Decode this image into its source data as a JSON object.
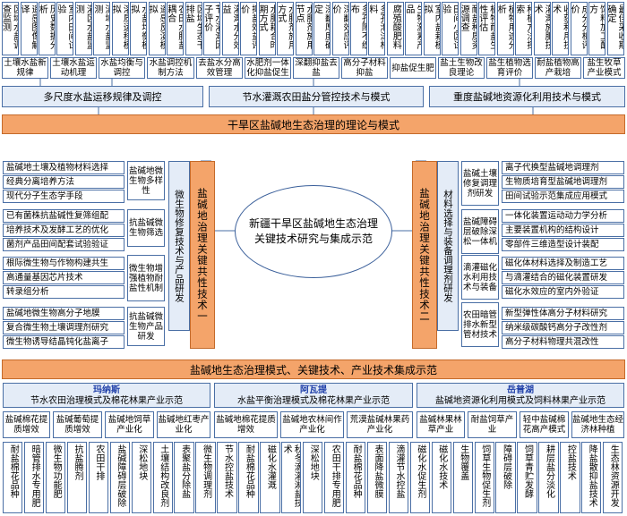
{
  "top_items": [
    "区域水盐调查监测",
    "遥感图像解译",
    "历史数据分析",
    "室内田间试验",
    "灌区水盐监测",
    "流域水盐监测",
    "溶质运移模拟",
    "水盐均衡模拟",
    "遥感反演模拟",
    "农田水肥盐耦合",
    "区域生态干排盐",
    "节水灌溉因子评价",
    "灌溉水分效益",
    "抑盐效益评价",
    "水肥耦合时期方式",
    "水肥剂施用方式",
    "水肥剂施用节点",
    "深翻厚度确定",
    "深翻效应评价",
    "多孔隙不织布",
    "多孔泡沫材料",
    "腐殖酸肥料",
    "生物激素产品",
    "室内盐栽模拟",
    "田间小区试验",
    "耐盐种质资源调查",
    "植物耐盐生性评估",
    "植物用途分析",
    "种植方法探索",
    "灌溉施肥技术",
    "收获利用技术",
    "成分分析评价",
    "饲料加工配方",
    "最佳采收期确定"
  ],
  "row2_labels": [
    "土壤水盐新规律",
    "土壤水盐运动机理",
    "水盐均衡与调控",
    "水盐调控机制方法",
    "去盐水分高效管理",
    "水肥剂一体化抑盐促生",
    "深翻抑盐去盐",
    "高分子材料抑盐",
    "抑盐促生肥",
    "盐土生物改良理论",
    "盐生植物选育评价",
    "耐盐植物高产栽培",
    "盐生牧草产业模式"
  ],
  "row3_labels": [
    "多尺度水盐运移规律及调控",
    "节水灌溉农田盐分管控技术与模式",
    "重度盐碱地资源化利用技术与模式"
  ],
  "theory_title": "干旱区盐碱地生态治理的理论与模式",
  "left_list": [
    "盐碱地土壤及植物材料选择",
    "经典分离培养方法",
    "现代分子生态学手段",
    "已有菌株抗盐碱性复筛组配",
    "培养技术及发酵工艺的优化",
    "菌剂产品田间配套试验验证",
    "根际微生物与作物构建共生",
    "高通量基因芯片技术",
    "转录组分析",
    "盐碱地微生物高分子地膜",
    "复合微生物土壤调理剂研究",
    "微生物诱导结晶钝化盐离子"
  ],
  "left_groups": [
    "盐碱地微生物多样性",
    "抗盐碱微生物筛选",
    "微生物增强植物耐盐性机制",
    "抗盐碱微生物产品研发"
  ],
  "left_mid": "微生物修复技术与产品研发",
  "left_pillar": "盐碱地治理关键共性技术一",
  "right_pillar": "盐碱地治理关键共性技术二",
  "right_mid": "材料选择与装备调理剂研发",
  "right_groups": [
    "盐碱土壤修复调理剂研发",
    "盐碱障碍层破除深松一体机",
    "滴灌磁化水利用技术与装备",
    "农田暗管排水新型管材技术"
  ],
  "right_list": [
    "离子代换型盐碱地调理剂",
    "生物质培育型盐碱地调理剂",
    "田间试验示范集成应用模式",
    "一体化装置运动动力学分析",
    "主要装置机构的结构设计",
    "零部件三维造型设计装配",
    "磁化体材料选择及制造工艺",
    "与滴灌结合的磁化装置研发",
    "磁化水效应的室内外验证",
    "新型弹性体高分子材料研究",
    "纳米级碳酸钙高分子改性剂",
    "高分子材料物理共混改性"
  ],
  "center_text": "新疆干旱区盐碱地生态治理关键技术研究与集成示范",
  "integration_title": "盐碱地生态治理模式、关键技术、产业技术集成示范",
  "regions": [
    {
      "name": "玛纳斯",
      "subtitle": "节水农田治理模式及棉花林果产业示范"
    },
    {
      "name": "阿瓦提",
      "subtitle": "水盐平衡治理模式及棉花林果产业示范"
    },
    {
      "name": "岳普湖",
      "subtitle": "盐碱地资源化利用模式及饲料林果产业示范"
    }
  ],
  "categories": [
    "盐碱棉花提质增效",
    "盐碱葡萄提质增效",
    "盐碱地饲草产业化",
    "盐碱地红枣产业化",
    "盐碱地棉花提质增效",
    "盐碱地农林间作产业化",
    "荒漠盐碱林果药产业化",
    "盐碱林果林草产业",
    "耐盐饲草产业",
    "轻中盐碱棉花高产模式",
    "盐碱地生态经济林种植"
  ],
  "bottom_items": [
    "耐盐棉花品种",
    "暗管排水专用肥",
    "微生物功能肥",
    "抗盐腾剂",
    "农田干排",
    "盐碱障碍层破除",
    "深松地块",
    "土壤结构改良剂",
    "表聚盐分除盐",
    "微生物调理剂",
    "节水控盐技术",
    "耐盐棉花品种",
    "磁化水灌溉",
    "秋冬滴灌淋盐技术",
    "深松地块",
    "农田干排专用肥",
    "耐盐棉花品种",
    "表面降盐微膜",
    "滴灌节水控盐",
    "磁化水促生剂",
    "磁化水技术",
    "生物覆盖",
    "饲草生物促生剂",
    "障碍层破除",
    "饲草青贮发酵",
    "耕层盐分淡化",
    "控盐技术",
    "降盐散抑盐技术",
    "生态林资源开发"
  ]
}
